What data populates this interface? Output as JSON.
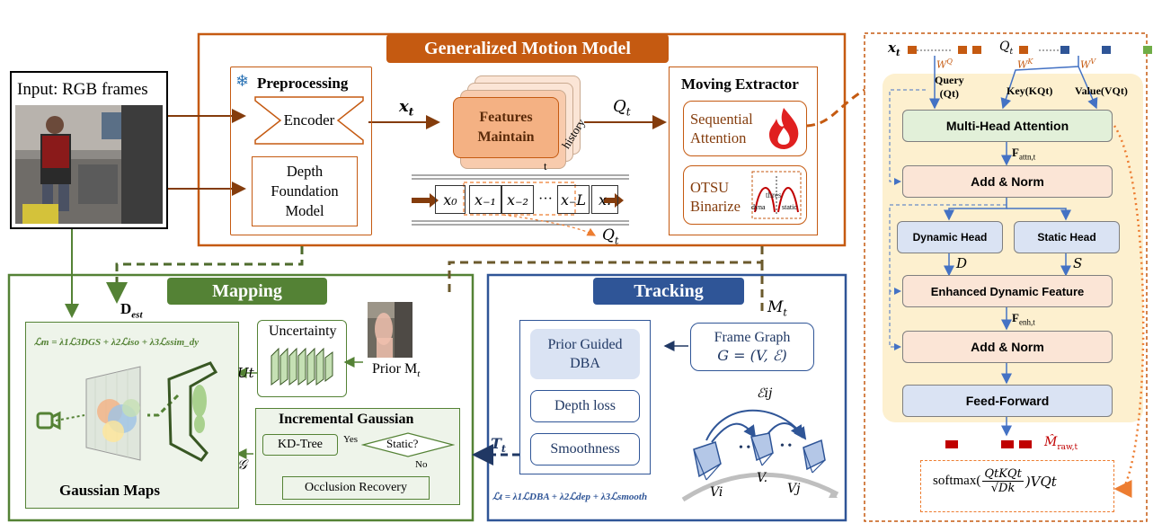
{
  "colors": {
    "orange": "#c55a11",
    "orange_fill": "#f4b183",
    "green": "#548235",
    "green_fill": "#eef4ea",
    "blue": "#2f5597",
    "blue_fill": "#dae3f3",
    "attn_panel": "#fdf0cf",
    "red_token": "#c00000"
  },
  "input": {
    "label": "Input: RGB frames"
  },
  "gmm": {
    "title": "Generalized Motion Model",
    "preprocessing": {
      "title": "Preprocessing",
      "encoder": "Encoder",
      "depth_model": "Depth Foundation Model"
    },
    "x_t": "x",
    "x_t_sub": "t",
    "q_t": "Q",
    "q_t_sub": "t",
    "features": {
      "line1": "Features",
      "line2": "Maintain",
      "t_label": "t",
      "history_label": "history"
    },
    "sequence": [
      "x₀",
      "x₋₁",
      "x₋₂",
      "···",
      "x₋L",
      "x."
    ],
    "q_below": "Q",
    "q_below_sub": "t",
    "moving_extractor": {
      "title": "Moving Extractor",
      "seq_attn_line1": "Sequential",
      "seq_attn_line2": "Attention",
      "otsu_line1": "OTSU",
      "otsu_line2": "Binarize",
      "thres": "thres",
      "dyna": "dyna",
      "static": "static"
    }
  },
  "mapping": {
    "title": "Mapping",
    "d_est": "D",
    "d_est_sub": "est",
    "loss": "ℒm = λ1ℒ3DGS + λ2ℒiso + λ3ℒssim_dy",
    "uncertainty": "Uncertainty",
    "u_t": "Ut",
    "prior": "Prior M",
    "prior_sub": "t",
    "incremental": "Incremental Gaussian",
    "kd_tree": "KD-Tree",
    "static_q": "Static?",
    "yes": "Yes",
    "no": "No",
    "occlusion": "Occlusion Recovery",
    "g_label": "𝒢",
    "gaussian_maps": "Gaussian Maps"
  },
  "tracking": {
    "title": "Tracking",
    "m_t": "M",
    "m_t_sub": "t",
    "frame_graph_line1": "Frame Graph",
    "frame_graph_line2": "G = (V, ℰ)",
    "prior_dba_line1": "Prior Guided",
    "prior_dba_line2": "DBA",
    "depth_loss": "Depth loss",
    "smoothness": "Smoothness",
    "t_t": "T",
    "t_t_sub": "t",
    "loss": "ℒt = λ1ℒDBA + λ2ℒdep + λ3ℒsmooth",
    "e_ij": "ℰij",
    "v_i": "Vi",
    "v_dot": "V.",
    "v_j": "Vj"
  },
  "attention": {
    "x_t": "x",
    "x_t_sub": "t",
    "q_t": "Q",
    "q_t_sub": "t",
    "wq": "W",
    "wq_sup": "Q",
    "wk": "W",
    "wk_sup": "K",
    "wv": "W",
    "wv_sup": "V",
    "query_line1": "Query",
    "query_line2": "(Qt)",
    "key": "Key(KQt)",
    "value": "Value(VQt)",
    "mha": "Multi-Head Attention",
    "f_attn": "F",
    "f_attn_sub": "attn,t",
    "add_norm1": "Add & Norm",
    "dynamic_head": "Dynamic Head",
    "static_head": "Static Head",
    "d_label": "D",
    "s_label": "S",
    "enhanced": "Enhanced Dynamic Feature",
    "f_enh": "F",
    "f_enh_sub": "enh,t",
    "add_norm2": "Add & Norm",
    "feed_forward": "Feed-Forward",
    "m_raw": "M̂",
    "m_raw_sub": "raw,t",
    "softmax": "softmax(",
    "softmax_num": "QtKQt",
    "softmax_den": "√Dk",
    "softmax_tail": ")VQt"
  }
}
